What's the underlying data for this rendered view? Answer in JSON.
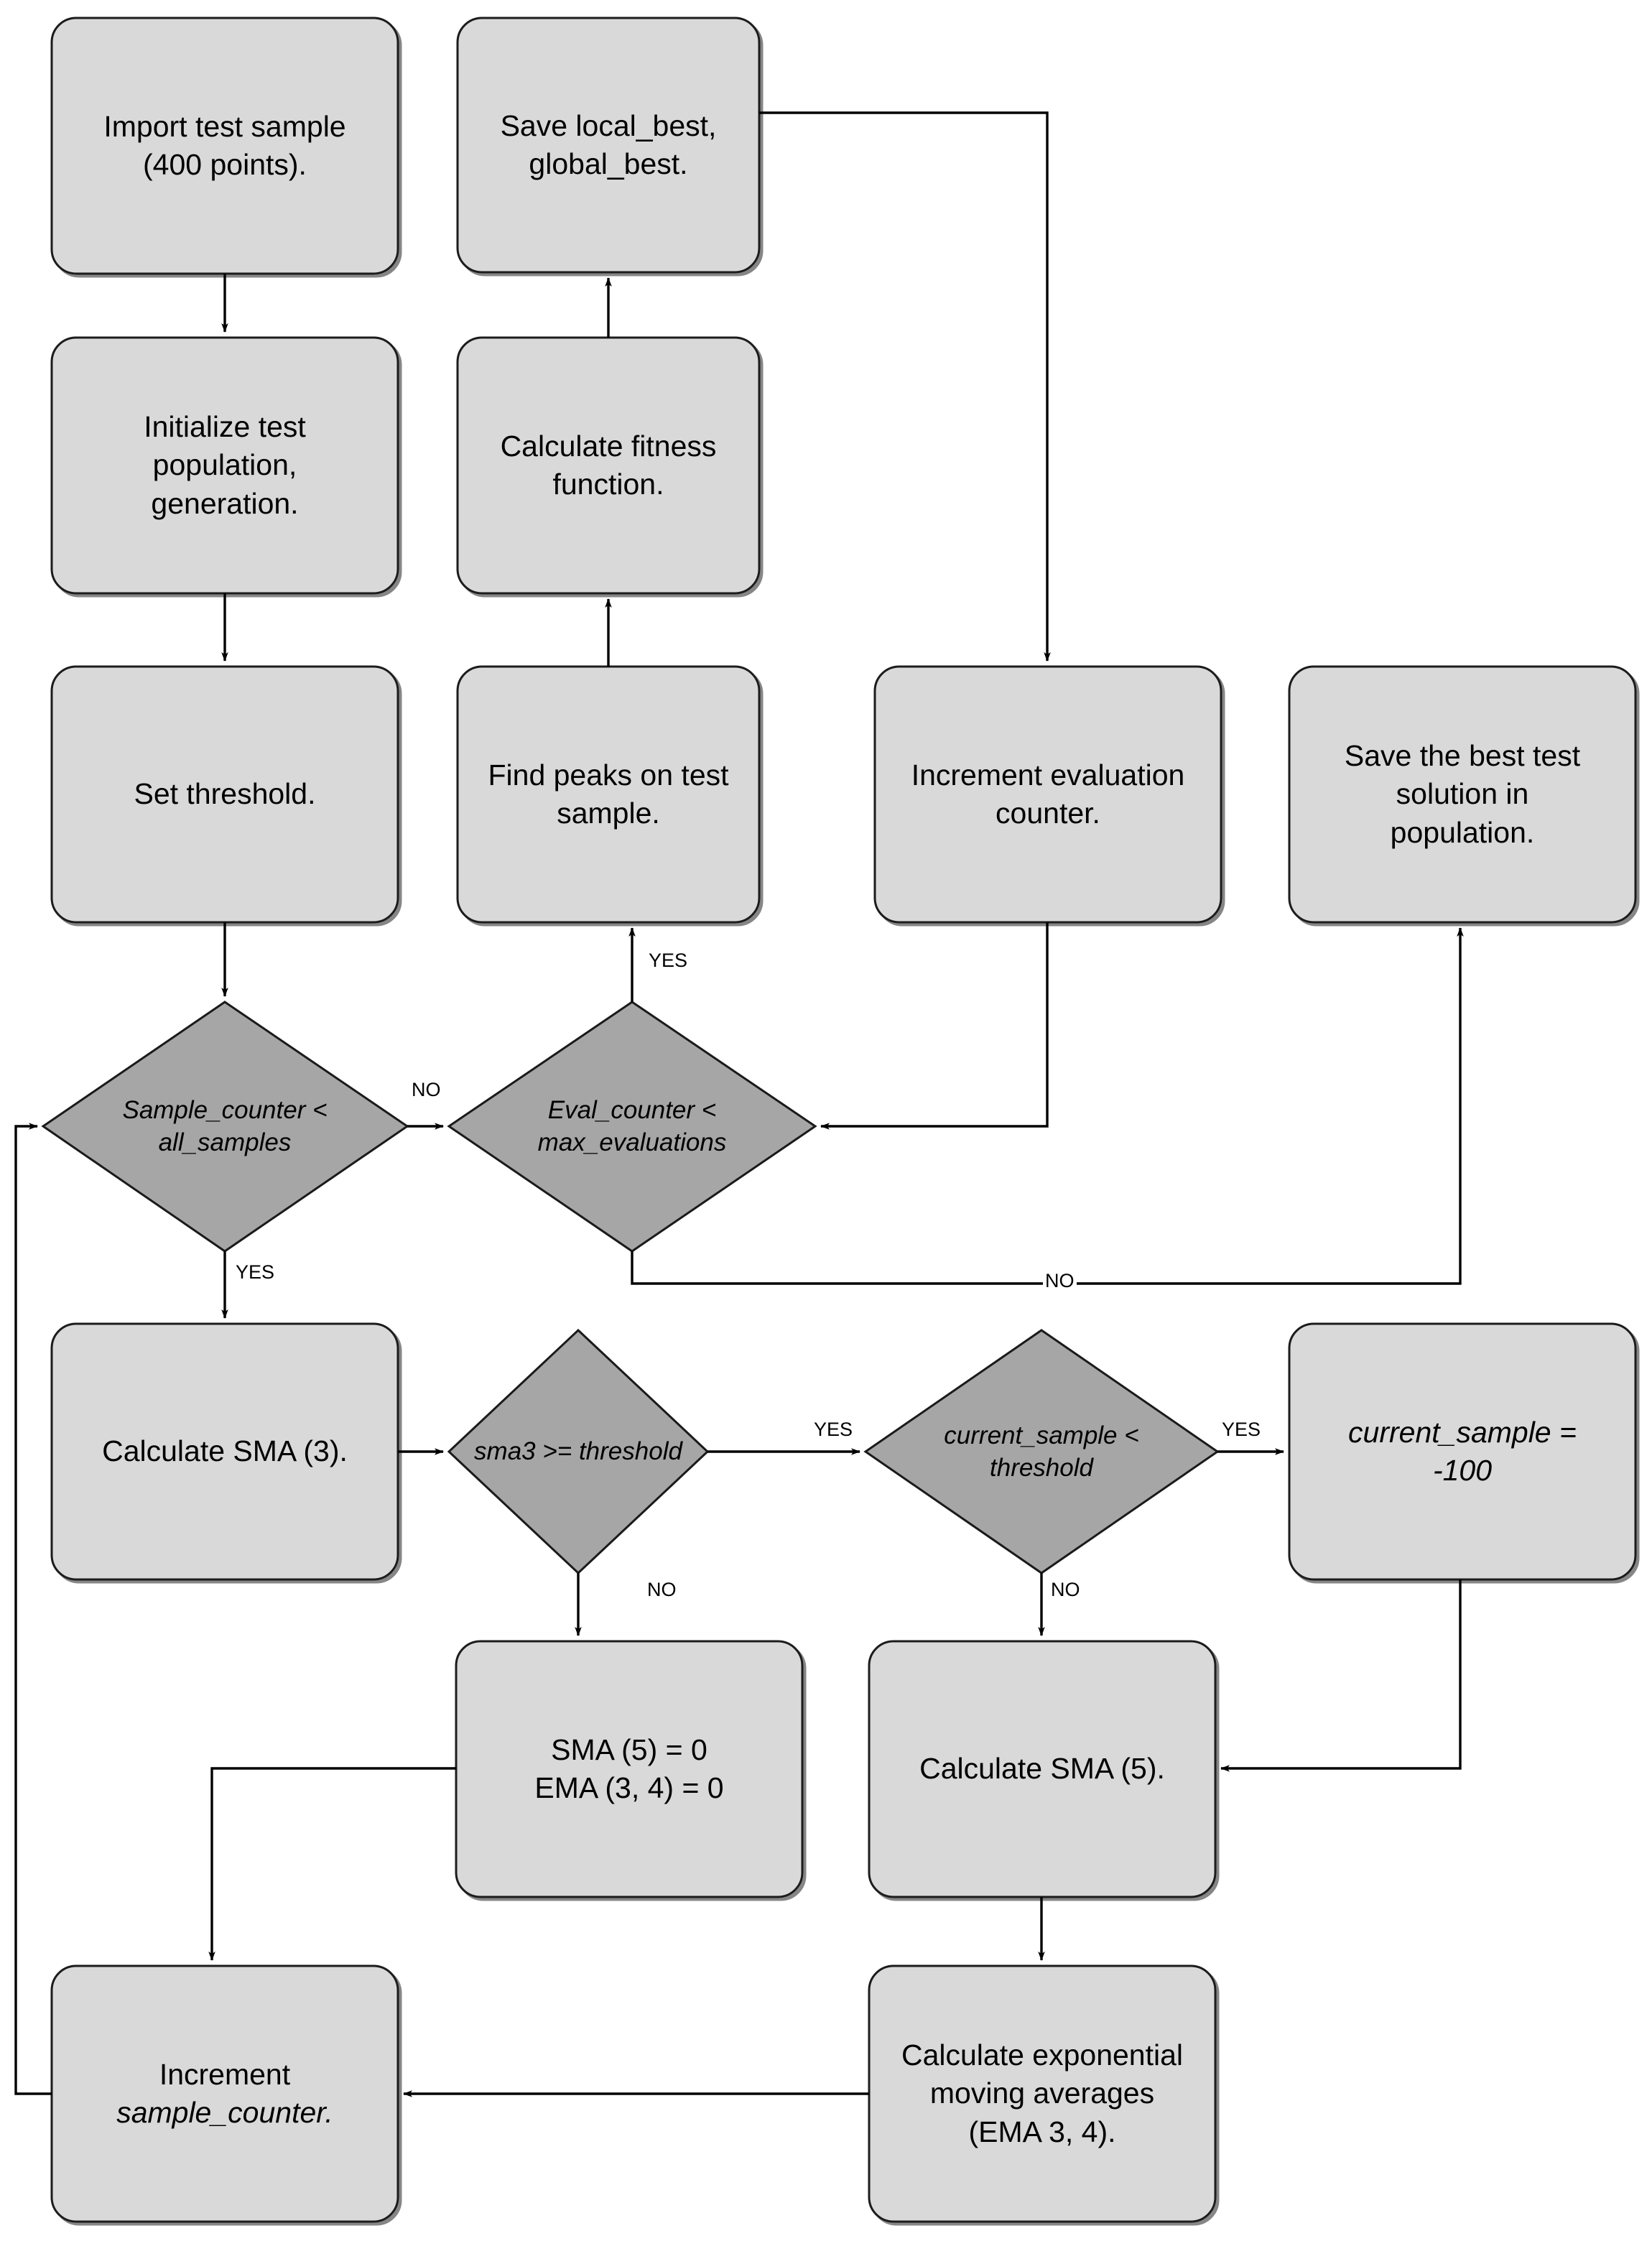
{
  "diagram": {
    "title": "Flowchart of test-sample peak detection and evaluation loop",
    "colors": {
      "process_fill": "#d9d9d9",
      "decision_fill": "#a6a6a6",
      "stroke": "#1a1a1a",
      "background": "#ffffff",
      "text": "#000000"
    },
    "process_nodes": [
      {
        "id": "import-test-sample",
        "lines": [
          "Import test sample",
          "(400 points)."
        ]
      },
      {
        "id": "save-best",
        "lines": [
          "Save local_best,",
          "global_best."
        ]
      },
      {
        "id": "initialize-population",
        "lines": [
          "Initialize test",
          "population,",
          "generation."
        ]
      },
      {
        "id": "calculate-fitness",
        "lines": [
          "Calculate fitness",
          "function."
        ]
      },
      {
        "id": "set-threshold",
        "lines": [
          "Set threshold."
        ]
      },
      {
        "id": "find-peaks",
        "lines": [
          "Find peaks on test",
          "sample."
        ]
      },
      {
        "id": "increment-eval-counter",
        "lines": [
          "Increment evaluation",
          "counter."
        ]
      },
      {
        "id": "save-best-solution",
        "lines": [
          "Save the best test",
          "solution in",
          "population."
        ]
      },
      {
        "id": "calculate-sma3",
        "lines": [
          "Calculate SMA (3)."
        ]
      },
      {
        "id": "current-sample-assign",
        "lines": [
          "current_sample =",
          "-100"
        ],
        "italic": true
      },
      {
        "id": "reset-sma-ema",
        "lines": [
          "SMA (5) = 0",
          "EMA (3, 4) = 0"
        ]
      },
      {
        "id": "calculate-sma5",
        "lines": [
          "Calculate SMA (5)."
        ]
      },
      {
        "id": "increment-sample-counter",
        "lines": [
          "Increment",
          "sample_counter."
        ],
        "italic_lines": [
          1
        ]
      },
      {
        "id": "calculate-ema",
        "lines": [
          "Calculate exponential",
          "moving averages",
          "(EMA 3, 4)."
        ]
      }
    ],
    "decision_nodes": [
      {
        "id": "sample-counter-check",
        "lines": [
          "Sample_counter <",
          "all_samples"
        ]
      },
      {
        "id": "eval-counter-check",
        "lines": [
          "Eval_counter <",
          "max_evaluations"
        ]
      },
      {
        "id": "sma3-threshold-check",
        "lines": [
          "sma3 >= threshold"
        ]
      },
      {
        "id": "current-sample-check",
        "lines": [
          "current_sample <",
          "threshold"
        ]
      }
    ],
    "edge_labels": [
      {
        "id": "yes-eval-to-findpeaks",
        "text": "YES"
      },
      {
        "id": "no-sample-to-eval",
        "text": "NO"
      },
      {
        "id": "yes-sample-to-sma3",
        "text": "YES"
      },
      {
        "id": "no-eval-to-savebest",
        "text": "NO"
      },
      {
        "id": "yes-sma3-to-currentsample",
        "text": "YES"
      },
      {
        "id": "no-sma3-to-reset",
        "text": "NO"
      },
      {
        "id": "yes-currentsample-to-assign",
        "text": "YES"
      },
      {
        "id": "no-currentsample-to-sma5",
        "text": "NO"
      }
    ]
  }
}
